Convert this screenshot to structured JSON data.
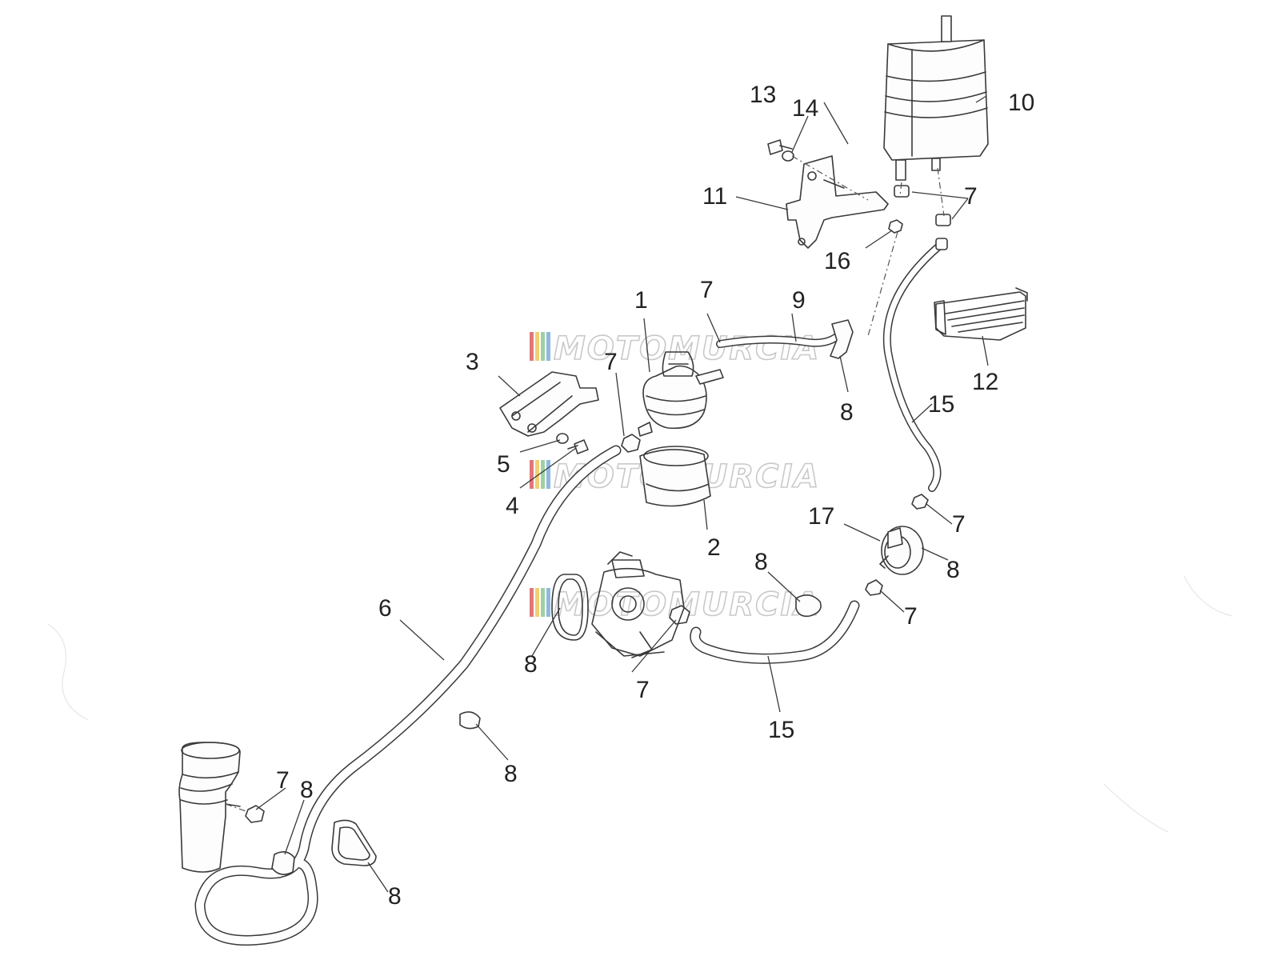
{
  "watermark": {
    "text": "MOTOMURCIA",
    "stripe_colors": [
      "#e07878",
      "#f0d070",
      "#9fd0a0",
      "#8fb8e0"
    ]
  },
  "callouts": [
    {
      "id": "c1",
      "text": "1"
    },
    {
      "id": "c2",
      "text": "2"
    },
    {
      "id": "c3",
      "text": "3"
    },
    {
      "id": "c4",
      "text": "4"
    },
    {
      "id": "c5",
      "text": "5"
    },
    {
      "id": "c6",
      "text": "6"
    },
    {
      "id": "c7a",
      "text": "7"
    },
    {
      "id": "c7b",
      "text": "7"
    },
    {
      "id": "c7c",
      "text": "7"
    },
    {
      "id": "c7d",
      "text": "7"
    },
    {
      "id": "c7e",
      "text": "7"
    },
    {
      "id": "c7f",
      "text": "7"
    },
    {
      "id": "c7g",
      "text": "7"
    },
    {
      "id": "c8a",
      "text": "8"
    },
    {
      "id": "c8b",
      "text": "8"
    },
    {
      "id": "c8c",
      "text": "8"
    },
    {
      "id": "c8d",
      "text": "8"
    },
    {
      "id": "c8e",
      "text": "8"
    },
    {
      "id": "c8f",
      "text": "8"
    },
    {
      "id": "c8g",
      "text": "8"
    },
    {
      "id": "c9",
      "text": "9"
    },
    {
      "id": "c10",
      "text": "10"
    },
    {
      "id": "c11",
      "text": "11"
    },
    {
      "id": "c12",
      "text": "12"
    },
    {
      "id": "c13",
      "text": "13"
    },
    {
      "id": "c14",
      "text": "14"
    },
    {
      "id": "c15a",
      "text": "15"
    },
    {
      "id": "c15b",
      "text": "15"
    },
    {
      "id": "c16",
      "text": "16"
    },
    {
      "id": "c17",
      "text": "17"
    }
  ]
}
